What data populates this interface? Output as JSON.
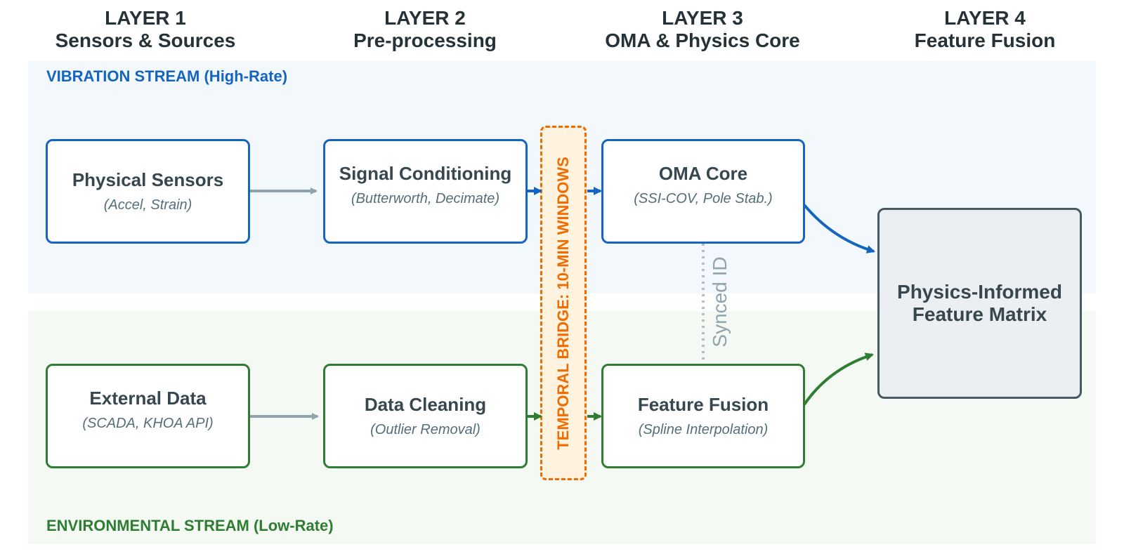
{
  "layers": [
    {
      "title": "LAYER 1",
      "subtitle": "Sensors & Sources"
    },
    {
      "title": "LAYER 2",
      "subtitle": "Pre-processing"
    },
    {
      "title": "LAYER 3",
      "subtitle": "OMA & Physics Core"
    },
    {
      "title": "LAYER 4",
      "subtitle": "Feature Fusion"
    }
  ],
  "streams": {
    "vibration": {
      "label": "VIBRATION STREAM (High-Rate)",
      "color": "#1565C0"
    },
    "environmental": {
      "label": "ENVIRONMENTAL STREAM (Low-Rate)",
      "color": "#2E7D32"
    }
  },
  "nodes": {
    "physical_sensors": {
      "title": "Physical Sensors",
      "subtitle": "(Accel, Strain)"
    },
    "signal_conditioning": {
      "title": "Signal Conditioning",
      "subtitle": "(Butterworth, Decimate)"
    },
    "oma_core": {
      "title": "OMA Core",
      "subtitle": "(SSI-COV, Pole Stab.)"
    },
    "external_data": {
      "title": "External Data",
      "subtitle": "(SCADA, KHOA API)"
    },
    "data_cleaning": {
      "title": "Data Cleaning",
      "subtitle": "(Outlier Removal)"
    },
    "feature_fusion": {
      "title": "Feature Fusion",
      "subtitle": "(Spline Interpolation)"
    },
    "feature_matrix": {
      "title_line1": "Physics-Informed",
      "title_line2": "Feature Matrix"
    }
  },
  "bridge": {
    "label": "TEMPORAL BRIDGE: 10-MIN WINDOWS",
    "color": "#EF6C00"
  },
  "sync_link": {
    "label": "Synced ID"
  },
  "colors": {
    "neutral_arrow": "#90A4AE",
    "text_dark": "#37474F",
    "matrix_border": "#455A64"
  }
}
